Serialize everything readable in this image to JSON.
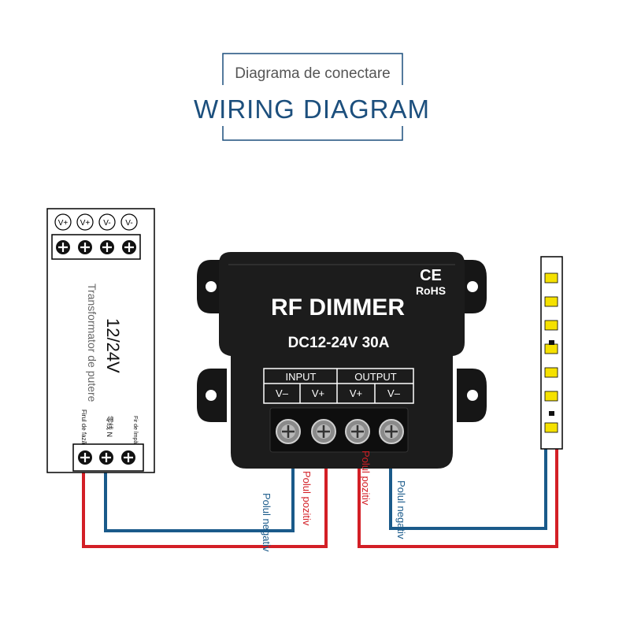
{
  "header": {
    "subtitle": "Diagrama de conectare",
    "title": "WIRING DIAGRAM"
  },
  "transformer": {
    "top_terminals": [
      "V+",
      "V+",
      "V-",
      "V-"
    ],
    "label": "Transformator de putere",
    "voltage": "12/24V",
    "ground_label": "Fir de împământare",
    "neutral_label": "零线 N",
    "phase_label": "Firul de fază L"
  },
  "dimmer": {
    "title": "RF DIMMER",
    "rating": "DC12-24V 30A",
    "ce_mark": "CE",
    "rohs_mark": "RoHS",
    "input_label": "INPUT",
    "output_label": "OUTPUT",
    "terminals": [
      "V–",
      "V+",
      "V+",
      "V–"
    ]
  },
  "wires": {
    "input_negative": "Polul negativ",
    "input_positive": "Polul pozitiv",
    "output_positive": "Polul pozitiv",
    "output_negative": "Polul negativ"
  },
  "colors": {
    "positive": "#d31f26",
    "negative": "#1a5a8a",
    "accent": "#1c4f7d"
  }
}
